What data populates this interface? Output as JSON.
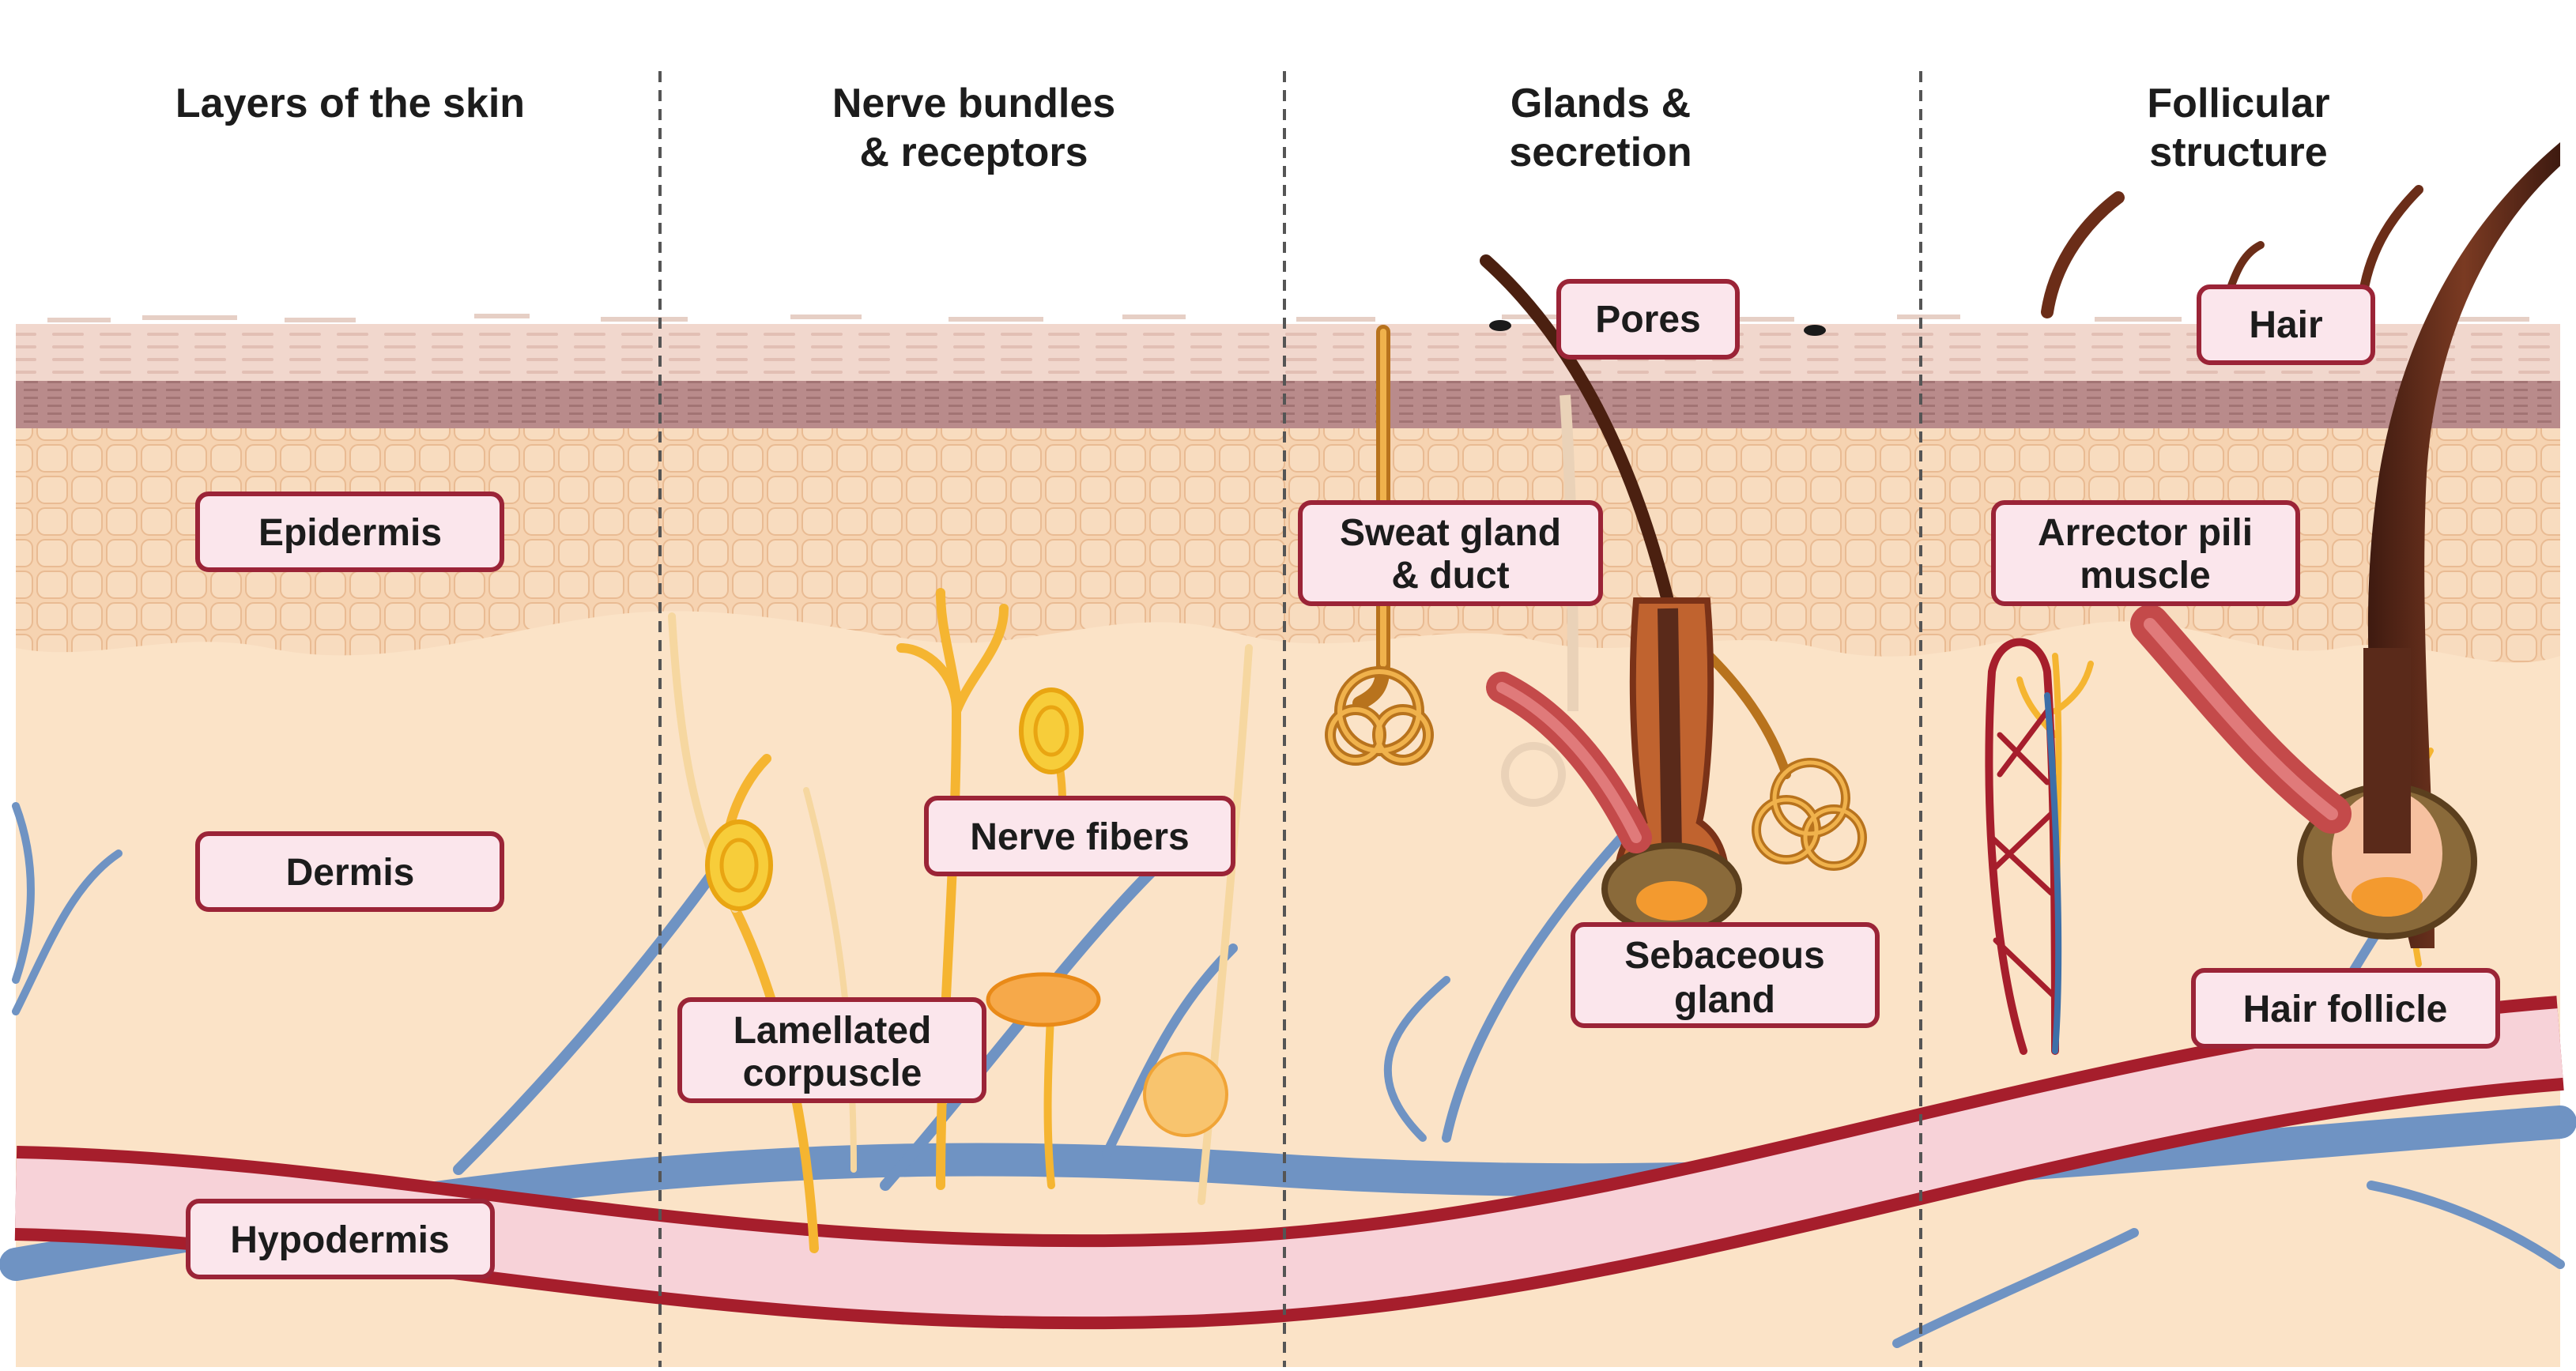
{
  "columns": [
    {
      "title_lines": [
        "Layers of the skin"
      ]
    },
    {
      "title_lines": [
        "Nerve bundles",
        "& receptors"
      ]
    },
    {
      "title_lines": [
        "Glands &",
        "secretion"
      ]
    },
    {
      "title_lines": [
        "Follicular",
        "structure"
      ]
    }
  ],
  "labels": {
    "epidermis": [
      "Epidermis"
    ],
    "dermis": [
      "Dermis"
    ],
    "hypodermis": [
      "Hypodermis"
    ],
    "nerve_fibers": [
      "Nerve fibers"
    ],
    "lamellated_corpuscle": [
      "Lamellated",
      "corpuscle"
    ],
    "pores": [
      "Pores"
    ],
    "sweat_gland": [
      "Sweat gland",
      "& duct"
    ],
    "sebaceous_gland": [
      "Sebaceous",
      "gland"
    ],
    "hair": [
      "Hair"
    ],
    "arrector_pili": [
      "Arrector pili",
      "muscle"
    ],
    "hair_follicle": [
      "Hair follicle"
    ]
  },
  "colors": {
    "dermis": "#fbe3c7",
    "epidermis": "#f6d3b1",
    "stratum": "#b98b8b",
    "artery": "#a61e2c",
    "vein": "#6f93c3",
    "nerve": "#f5b531",
    "hair": "#5a2a1a",
    "label_border": "#9b2437",
    "label_fill": "#fbe6ec"
  }
}
